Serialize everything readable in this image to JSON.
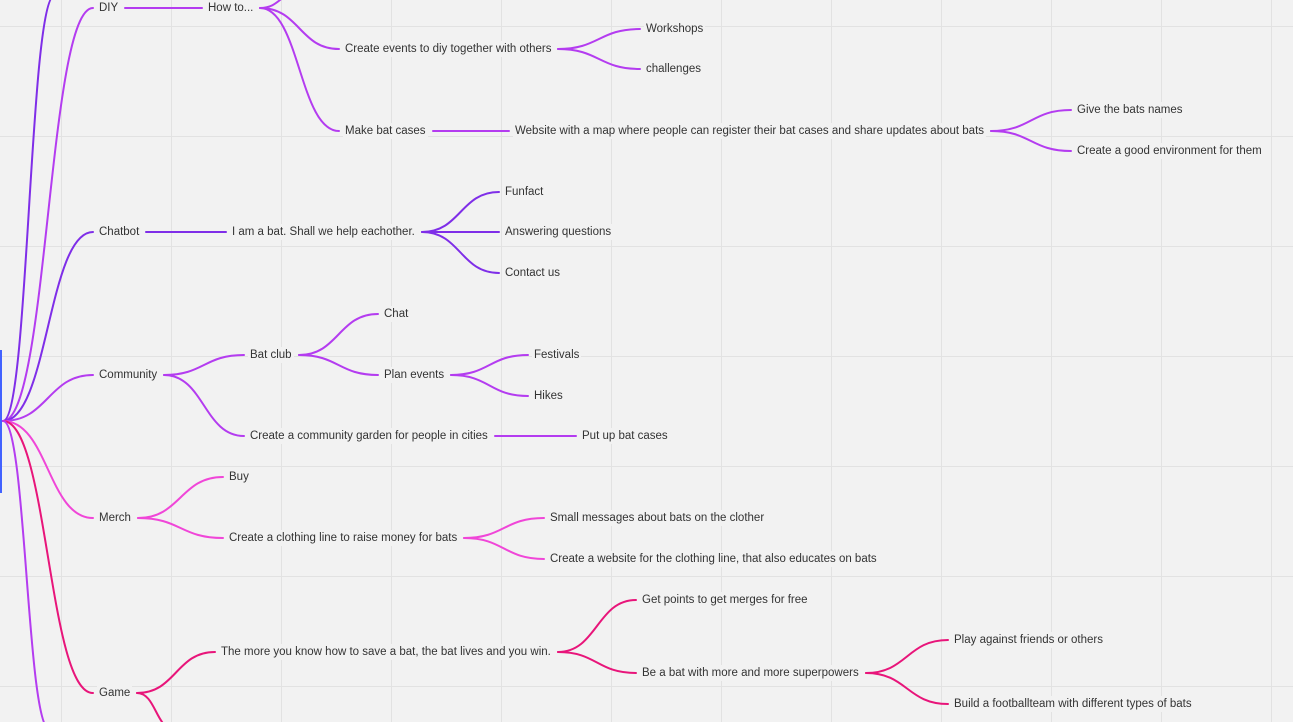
{
  "colors": {
    "violet": "#7f2ee8",
    "purple": "#b43cf0",
    "pink": "#f046d8",
    "magenta": "#e8157a",
    "selection": "#4262ff",
    "text": "#333333"
  },
  "mindmap": {
    "nodes": [
      {
        "id": "diy",
        "label": "DIY",
        "color": "purple"
      },
      {
        "id": "how-to",
        "label": "How to...",
        "color": "purple"
      },
      {
        "id": "create-events-diy",
        "label": "Create events to diy together with others",
        "color": "purple"
      },
      {
        "id": "workshops",
        "label": "Workshops",
        "color": "purple"
      },
      {
        "id": "challenges",
        "label": "challenges",
        "color": "purple"
      },
      {
        "id": "make-bat-cases",
        "label": "Make bat cases",
        "color": "purple"
      },
      {
        "id": "website-map",
        "label": "Website with a map where people can register their bat cases and share updates about bats",
        "color": "purple"
      },
      {
        "id": "give-names",
        "label": "Give the bats names",
        "color": "purple"
      },
      {
        "id": "good-environment",
        "label": "Create a good environment for them",
        "color": "purple"
      },
      {
        "id": "chatbot",
        "label": "Chatbot",
        "color": "violet"
      },
      {
        "id": "i-am-a-bat",
        "label": "I am a bat. Shall we help eachother.",
        "color": "violet"
      },
      {
        "id": "funfact",
        "label": "Funfact",
        "color": "violet"
      },
      {
        "id": "answering-questions",
        "label": "Answering questions",
        "color": "violet"
      },
      {
        "id": "contact-us",
        "label": "Contact us",
        "color": "violet"
      },
      {
        "id": "community",
        "label": "Community",
        "color": "purple"
      },
      {
        "id": "bat-club",
        "label": "Bat club",
        "color": "purple"
      },
      {
        "id": "chat",
        "label": "Chat",
        "color": "purple"
      },
      {
        "id": "plan-events",
        "label": "Plan events",
        "color": "purple"
      },
      {
        "id": "festivals",
        "label": "Festivals",
        "color": "purple"
      },
      {
        "id": "hikes",
        "label": "Hikes",
        "color": "purple"
      },
      {
        "id": "community-garden",
        "label": "Create a community garden for people in cities",
        "color": "purple"
      },
      {
        "id": "put-up-bat-cases",
        "label": "Put up bat cases",
        "color": "purple"
      },
      {
        "id": "merch",
        "label": "Merch",
        "color": "pink"
      },
      {
        "id": "buy",
        "label": "Buy",
        "color": "pink"
      },
      {
        "id": "clothing-line",
        "label": "Create a clothing line to raise money for bats",
        "color": "pink"
      },
      {
        "id": "small-messages",
        "label": "Small messages about bats on the clother",
        "color": "pink"
      },
      {
        "id": "clothing-website",
        "label": "Create a website for the clothing line, that also educates on bats",
        "color": "pink"
      },
      {
        "id": "game",
        "label": "Game",
        "color": "magenta"
      },
      {
        "id": "more-you-know",
        "label": "The more you know how to save a bat, the bat lives and you win.",
        "color": "magenta"
      },
      {
        "id": "get-points",
        "label": "Get points to get merges for free",
        "color": "magenta"
      },
      {
        "id": "superpowers",
        "label": "Be a bat with more and more superpowers",
        "color": "magenta"
      },
      {
        "id": "play-against",
        "label": "Play against friends or others",
        "color": "magenta"
      },
      {
        "id": "footballteam",
        "label": "Build a footballteam with different types of bats",
        "color": "magenta"
      }
    ],
    "edges": [
      {
        "from": "root",
        "to": "diy",
        "color": "purple"
      },
      {
        "from": "diy",
        "to": "how-to",
        "color": "purple"
      },
      {
        "from": "how-to",
        "to": "offscreen-top",
        "color": "purple"
      },
      {
        "from": "how-to",
        "to": "create-events-diy",
        "color": "purple"
      },
      {
        "from": "create-events-diy",
        "to": "workshops",
        "color": "purple"
      },
      {
        "from": "create-events-diy",
        "to": "challenges",
        "color": "purple"
      },
      {
        "from": "how-to",
        "to": "make-bat-cases",
        "color": "purple"
      },
      {
        "from": "make-bat-cases",
        "to": "website-map",
        "color": "purple"
      },
      {
        "from": "website-map",
        "to": "give-names",
        "color": "purple"
      },
      {
        "from": "website-map",
        "to": "good-environment",
        "color": "purple"
      },
      {
        "from": "root",
        "to": "offscreen-top-left",
        "color": "violet"
      },
      {
        "from": "root",
        "to": "chatbot",
        "color": "violet"
      },
      {
        "from": "chatbot",
        "to": "i-am-a-bat",
        "color": "violet"
      },
      {
        "from": "i-am-a-bat",
        "to": "funfact",
        "color": "violet"
      },
      {
        "from": "i-am-a-bat",
        "to": "answering-questions",
        "color": "violet"
      },
      {
        "from": "i-am-a-bat",
        "to": "contact-us",
        "color": "violet"
      },
      {
        "from": "root",
        "to": "community",
        "color": "purple"
      },
      {
        "from": "community",
        "to": "bat-club",
        "color": "purple"
      },
      {
        "from": "bat-club",
        "to": "chat",
        "color": "purple"
      },
      {
        "from": "bat-club",
        "to": "plan-events",
        "color": "purple"
      },
      {
        "from": "plan-events",
        "to": "festivals",
        "color": "purple"
      },
      {
        "from": "plan-events",
        "to": "hikes",
        "color": "purple"
      },
      {
        "from": "community",
        "to": "community-garden",
        "color": "purple"
      },
      {
        "from": "community-garden",
        "to": "put-up-bat-cases",
        "color": "purple"
      },
      {
        "from": "root",
        "to": "merch",
        "color": "pink"
      },
      {
        "from": "merch",
        "to": "buy",
        "color": "pink"
      },
      {
        "from": "merch",
        "to": "clothing-line",
        "color": "pink"
      },
      {
        "from": "clothing-line",
        "to": "small-messages",
        "color": "pink"
      },
      {
        "from": "clothing-line",
        "to": "clothing-website",
        "color": "pink"
      },
      {
        "from": "root",
        "to": "game",
        "color": "magenta"
      },
      {
        "from": "game",
        "to": "more-you-know",
        "color": "magenta"
      },
      {
        "from": "game",
        "to": "offscreen-bottom",
        "color": "magenta"
      },
      {
        "from": "more-you-know",
        "to": "get-points",
        "color": "magenta"
      },
      {
        "from": "more-you-know",
        "to": "superpowers",
        "color": "magenta"
      },
      {
        "from": "superpowers",
        "to": "play-against",
        "color": "magenta"
      },
      {
        "from": "superpowers",
        "to": "footballteam",
        "color": "magenta"
      },
      {
        "from": "root",
        "to": "offscreen-bottom-left",
        "color": "purple"
      }
    ]
  }
}
